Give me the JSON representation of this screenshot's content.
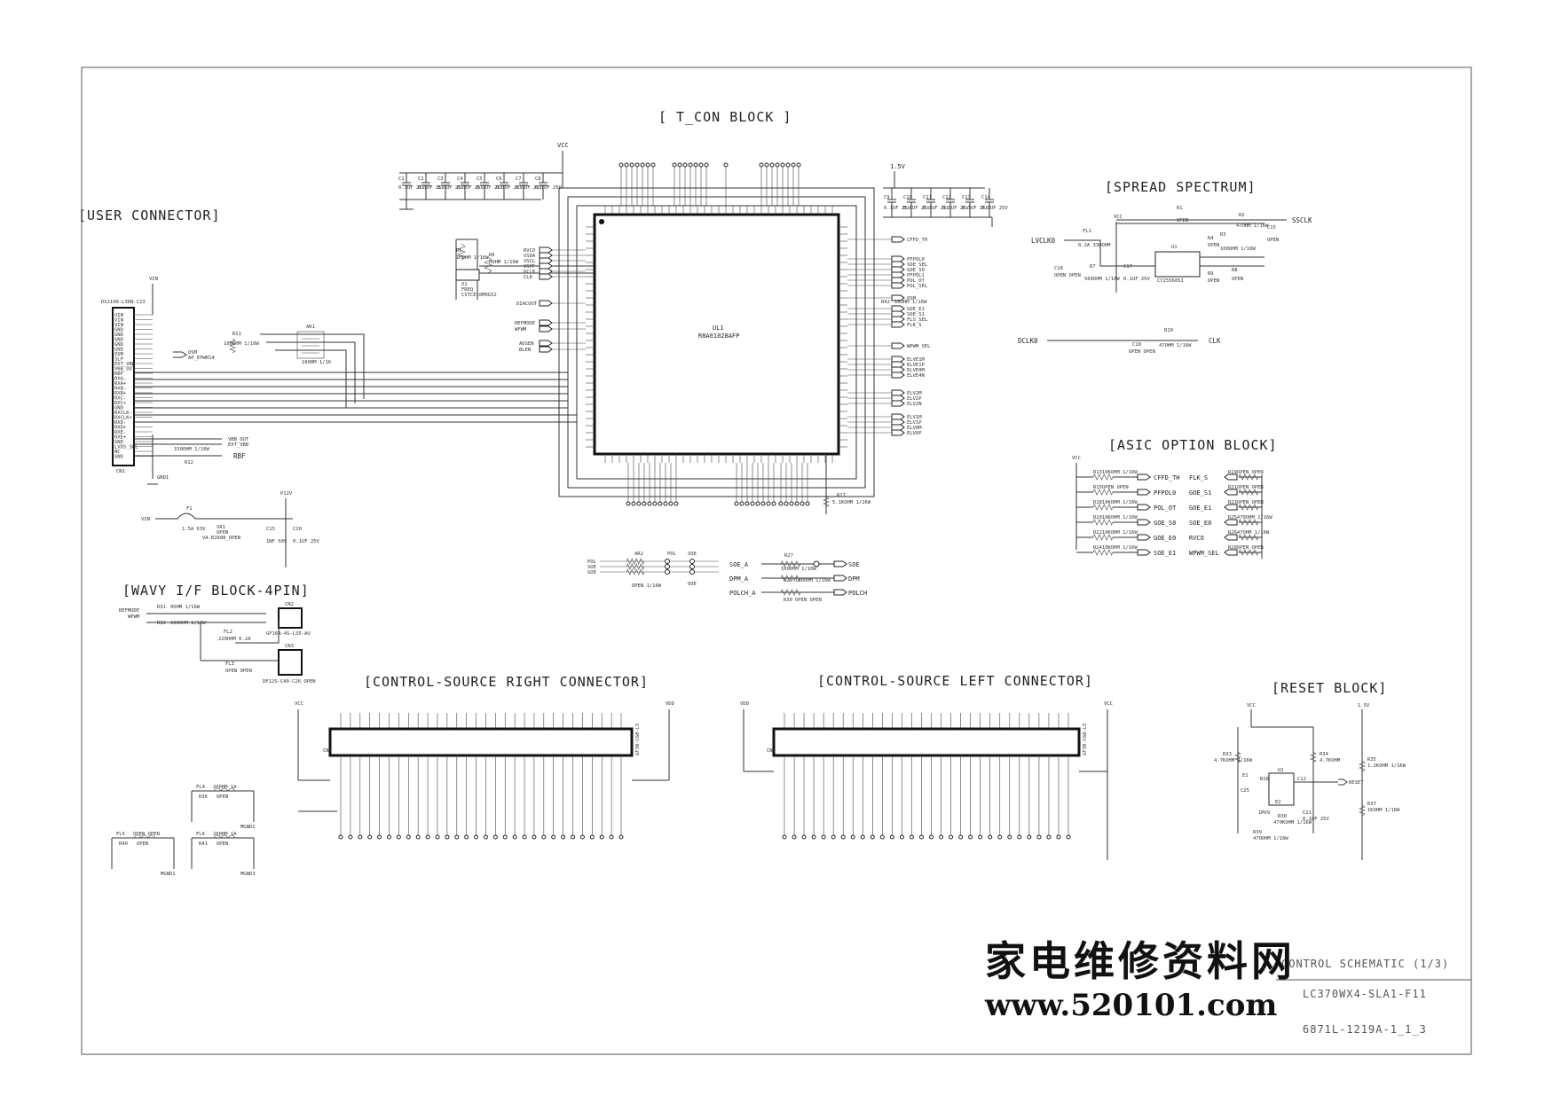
{
  "blocks": {
    "tcon": "[ T_CON  BLOCK ]",
    "user_connector": "[USER CONNECTOR]",
    "spread_spectrum": "[SPREAD SPECTRUM]",
    "asic_option": "[ASIC OPTION BLOCK]",
    "wavy_if": "[WAVY I/F BLOCK-4PIN]",
    "cs_right": "[CONTROL-SOURCE RIGHT CONNECTOR]",
    "cs_left": "[CONTROL-SOURCE LEFT CONNECTOR]",
    "reset": "[RESET BLOCK]"
  },
  "tcon": {
    "chip_ref": "UL1",
    "chip_part": "R8A01028AFP",
    "left_inputs": [
      "RVCO",
      "VSDA",
      "VSCL",
      "VSPF",
      "DCLK",
      "CLK"
    ],
    "left_inputs2": [
      "DIACOUT"
    ],
    "left_inputs3": [
      "REFMODE",
      "WFWM"
    ],
    "left_inputs4": [
      "ADSEN",
      "BLEN"
    ],
    "right_outputs": [
      "CFFD_TH",
      "PFPOL0",
      "SOE_SEL",
      "GOE_S0",
      "PFPOL1",
      "POL_OT",
      "POL_SEL",
      "OSM",
      "GOE_E1",
      "SOE_S1",
      "FLS_SEL",
      "FLK_S",
      "WPWM_SEL",
      "ELVE1M",
      "ELVE1P",
      "ELVE0M",
      "ELVE4N",
      "ELV2M",
      "ELV2P",
      "ELV2N",
      "ELV1M",
      "ELV1P",
      "ELV0M",
      "ELV0P"
    ],
    "r42": "R42",
    "r42_val": "10OHM 1/16W",
    "r17": "R17",
    "r17_val": "5.1KOHM 1/16W",
    "rx": "R5",
    "rx_val": "1MOHM 1/16W",
    "r6": "R6",
    "r6_val": "0OHM 1/16W",
    "x1": "X1",
    "x1_freq": "FREQ",
    "x1_part": "CSTCE10M0G52",
    "rail_vcc": "VCC",
    "rail_15v": "1.5V",
    "caps_top": [
      "C1",
      "C2",
      "C3",
      "C4",
      "C5",
      "C6",
      "C7",
      "C8"
    ],
    "caps_right": [
      "C9",
      "C10",
      "C11",
      "C12",
      "C13",
      "C14"
    ],
    "cap_val": "0.1UF 25V"
  },
  "user_connector": {
    "connector_ref": "CN1",
    "connector_part": "DS1100-L30B-C23",
    "vin": "VIN",
    "gnd": "GND1",
    "r11": "R11",
    "r11_val": "100OHM 1/16W",
    "ar1": "AR1",
    "ar1_val": "10OHM 1/16",
    "osm": "OSM",
    "ap": "AP_EPWR14",
    "vbb_out": "VBB_OUT",
    "ext_vbb": "EXT_VBB",
    "rbf": "RBF",
    "r12": "R12",
    "r12_val": "150OHM 1/16W",
    "f1": "F1",
    "f1_val": "1.5A 63V",
    "va1": "VA1",
    "va1_val": "OPEN",
    "va1_part": "VA-B1608_OPEN",
    "c15": "C15",
    "c15_val": "1NF 50V",
    "c20": "C20",
    "c20_val": "0.1UF 25V",
    "p12v": "P12V",
    "pins": [
      "VIN",
      "VIN",
      "VIN",
      "GND",
      "GND",
      "GND",
      "GND",
      "GND",
      "OSM",
      "SLP",
      "EXT_VBB",
      "VBB_OUT",
      "RBF",
      "RXA-",
      "RXA+",
      "RXB-",
      "RXB+",
      "RXC-",
      "RXC+",
      "GND",
      "RXCLK-",
      "RXCLK+",
      "RXD-",
      "RXD+",
      "RXE-",
      "RXE+",
      "GND",
      "LVDS_SEL",
      "NC",
      "GND"
    ]
  },
  "spread_spectrum": {
    "in": "LVCLK0",
    "out": "SSCLK",
    "vcc": "VCC",
    "fl1": "FL1",
    "fl1_val": "0.2A 330OHM",
    "r1": "R1",
    "r1_val": "OPEN",
    "r2": "R2",
    "r2_val": "47OHM 1/16W",
    "c15": "C15",
    "c15_val": "OPEN",
    "c16": "C16",
    "c16_val": "OPEN OPEN",
    "c17": "C17",
    "c17_val": "0.1UF 25V",
    "r7": "R7",
    "r7_val": "560OHM 1/16W",
    "u1": "U1",
    "u1_part": "CY25560SI",
    "r3": "R3",
    "r3_val": "100OHM 1/16W",
    "r4": "R4",
    "r4_val": "OPEN",
    "r8": "R8",
    "r8_val": "OPEN",
    "r9": "R9",
    "r9_val": "OPEN",
    "dclk_in": "DCLK0",
    "clk_out": "CLK",
    "c18": "C18",
    "c18_val": "OPEN OPEN",
    "r10": "R10",
    "r10_val": "47OHM 1/16W"
  },
  "asic_option": {
    "vcc": "VCC",
    "left": [
      {
        "ref": "R13",
        "val": "10KOHM 1/16W",
        "net": "CFFD_TH"
      },
      {
        "ref": "R15",
        "val": "OPEN OPEN",
        "net": "PFPOL0"
      },
      {
        "ref": "R18",
        "val": "10KOHM 1/16W",
        "net": "POL_OT"
      },
      {
        "ref": "R20",
        "val": "10KOHM 1/16W",
        "net": "GOE_S0"
      },
      {
        "ref": "R22",
        "val": "10KOHM 1/16W",
        "net": "GOE_E0"
      },
      {
        "ref": "R24",
        "val": "10KOHM 1/16W",
        "net": "SOE_E1"
      }
    ],
    "right": [
      {
        "ref": "R19",
        "val": "OPEN OPEN",
        "net": "FLK_S"
      },
      {
        "ref": "R21",
        "val": "OPEN OPEN",
        "net": "GOE_S1"
      },
      {
        "ref": "R23",
        "val": "OPEN OPEN",
        "net": "GOE_E1"
      },
      {
        "ref": "R25",
        "val": "470OHM 1/16W",
        "net": "SOE_E0"
      },
      {
        "ref": "R26",
        "val": "47OHM 1/16W",
        "net": "RVCO"
      },
      {
        "ref": "R28",
        "val": "OPEN OPEN",
        "net": "WPWM_SEL"
      }
    ]
  },
  "middle": {
    "ar2": "AR2",
    "ar2_val": "OPEN 1/16W",
    "pol": "POL",
    "soe": "SOE",
    "ooe": "OOE",
    "sig_in": [
      "SOE_A",
      "DPM_A",
      "POLCH_A"
    ],
    "sig_out": [
      "SOE",
      "DPM",
      "POLCH"
    ],
    "r27": "R27",
    "r27_val": "100OHM 1/16W",
    "r29": "R29",
    "r29_val": "100OHM 1/16W",
    "r30": "R30",
    "r30_val": "OPEN OPEN",
    "nets_left": [
      "POL",
      "SOE",
      "GOE"
    ]
  },
  "wavy_if": {
    "refmode": "REFMODE",
    "wpwm": "WPWM",
    "r31": "R31",
    "r31_val": "0OHM 1/16W",
    "r32": "R32",
    "r32_val": "100OHM 1/16W",
    "cn2": "CN2",
    "cn2_part": "GF16A-4S-LS5-AU",
    "cn3": "CN3",
    "cn3_part": "DF12S-C40-C26_OPEN",
    "fl2": "FL2",
    "fl2_val": "220OHM 0.2A",
    "fl3": "FL3",
    "fl3_val": "OPEN OPEN"
  },
  "filters": [
    {
      "ref": "FL4",
      "val": "200HM 1A",
      "r": "R36",
      "rval": "OPEN",
      "gnd": "MGND2"
    },
    {
      "ref": "FL5",
      "val": "OPEN OPEN",
      "r": "R40",
      "rval": "OPEN",
      "gnd": "MGND1"
    },
    {
      "ref": "FL6",
      "val": "200HM 1A",
      "r": "R41",
      "rval": "OPEN",
      "gnd": "MGND3"
    }
  ],
  "cs_right": {
    "vcc": "VCC",
    "vdd": "VDD",
    "conn": "CN4",
    "part": "GF30-C60-L5"
  },
  "cs_left": {
    "vdd": "VDD",
    "vcc": "VCC",
    "conn": "CN5",
    "part": "GF30-C60-L5"
  },
  "reset": {
    "vcc": "VCC",
    "v15": "1.5V",
    "u2": "U2",
    "out": "RESET",
    "r33": "R33",
    "r33_val": "4.7KOHM 1/16W",
    "r34": "R34",
    "r34_val": "4.7KOHM",
    "r35": "R35",
    "r35_val": "1.2KOHM 1/16W",
    "r37": "R37",
    "r37_val": "1KOHM 1/16W",
    "r38": "R38",
    "r38_val": "470KOHM 1/16W",
    "r39": "R39",
    "r39_val": "470OHM 1/16W",
    "c21": "C21",
    "c21_val": "0.1UF 25V",
    "pins_l": [
      "E1",
      "C25"
    ],
    "pins_m": [
      "B16",
      "E2",
      "1MV9"
    ],
    "pins_r": [
      "C12"
    ]
  },
  "title_block": {
    "title": "CONTROL SCHEMATIC (1/3)",
    "model": "LC370WX4-SLA1-F11",
    "docno": "6871L-1219A-1_1_3"
  },
  "watermark": {
    "cn": "家电维修资料网",
    "url": "www.520101.com"
  }
}
